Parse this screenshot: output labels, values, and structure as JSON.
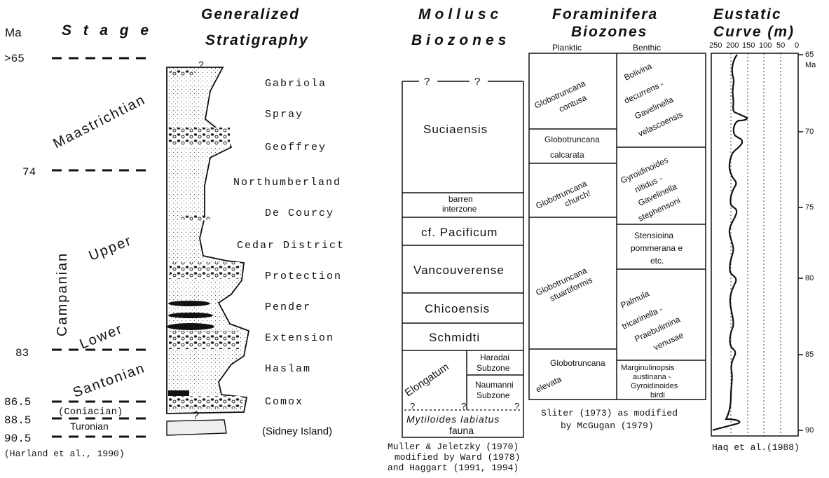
{
  "headers": {
    "ma": "Ma",
    "stage": "Stage",
    "strat_line1": "Generalized",
    "strat_line2": "Stratigraphy",
    "mollusc_line1": "Mollusc",
    "mollusc_line2": "Biozones",
    "foram_line1": "Foraminifera",
    "foram_line2": "Biozones",
    "planktic": "Planktic",
    "benthic": "Benthic",
    "eustatic_line1": "Eustatic",
    "eustatic_line2": "Curve (m)"
  },
  "ages": [
    ">65",
    "74",
    "83",
    "86.5",
    "88.5",
    "90.5"
  ],
  "stages": {
    "maastrichtian": "Maastrichtian",
    "campanian": "Campanian",
    "upper": "Upper",
    "lower": "Lower",
    "santonian": "Santonian",
    "coniacian": "(Coniacian)",
    "turonian": "Turonian"
  },
  "stage_source": "(Harland et al., 1990)",
  "formations": [
    "Gabriola",
    "Spray",
    "Geoffrey",
    "Northumberland",
    "De Courcy",
    "Cedar District",
    "Protection",
    "Pender",
    "Extension",
    "Haslam",
    "Comox",
    "(Sidney Island)"
  ],
  "column_question_marks": [
    "?",
    "?"
  ],
  "mollusc": {
    "question_marks": [
      "?",
      "?",
      "?",
      "?",
      "?"
    ],
    "zones": [
      "Suciaensis",
      "barren",
      "interzone",
      "cf. Pacificum",
      "Vancouverense",
      "Chicoensis",
      "Schmidti",
      "Elongatum",
      "Haradai",
      "Subzone",
      "Naumanni",
      "Subzone",
      "Mytiloides labiatus",
      "fauna"
    ],
    "source": [
      "Muller & Jeletzky (1970)",
      "modified by Ward (1978)",
      "and Haggart (1991, 1994)"
    ]
  },
  "foram": {
    "planktic": [
      [
        "Globotruncana",
        "contusa"
      ],
      [
        "Globotruncana",
        "calcarata"
      ],
      [
        "Globotruncana",
        "church!"
      ],
      [
        "Globotruncana",
        "stuartiformis"
      ],
      [
        "Globotruncana",
        "elevata"
      ]
    ],
    "benthic": [
      [
        "Bolivina",
        "decurrens -",
        "Gavelinella",
        "velascoensis"
      ],
      [
        "Gyroidinoides",
        "nitidus -",
        "Gavelinella",
        "stephensoni"
      ],
      [
        "Stensioina",
        "pommerana e",
        "etc."
      ],
      [
        "Palmula",
        "tricarinella -",
        "Praebulimina",
        "venusae"
      ],
      [
        "Marginulinopsis",
        "austinana -",
        "Gyroidinoides",
        "birdi"
      ]
    ],
    "source": [
      "Sliter (1973) as modified",
      "by McGugan (1979)"
    ]
  },
  "eustatic": {
    "x_ticks": [
      "250",
      "200",
      "150",
      "100",
      "50",
      "0"
    ],
    "y_ticks": [
      "65",
      "70",
      "75",
      "80",
      "85",
      "90"
    ],
    "y_unit": "Ma",
    "source": "Haq et al.(1988)"
  }
}
